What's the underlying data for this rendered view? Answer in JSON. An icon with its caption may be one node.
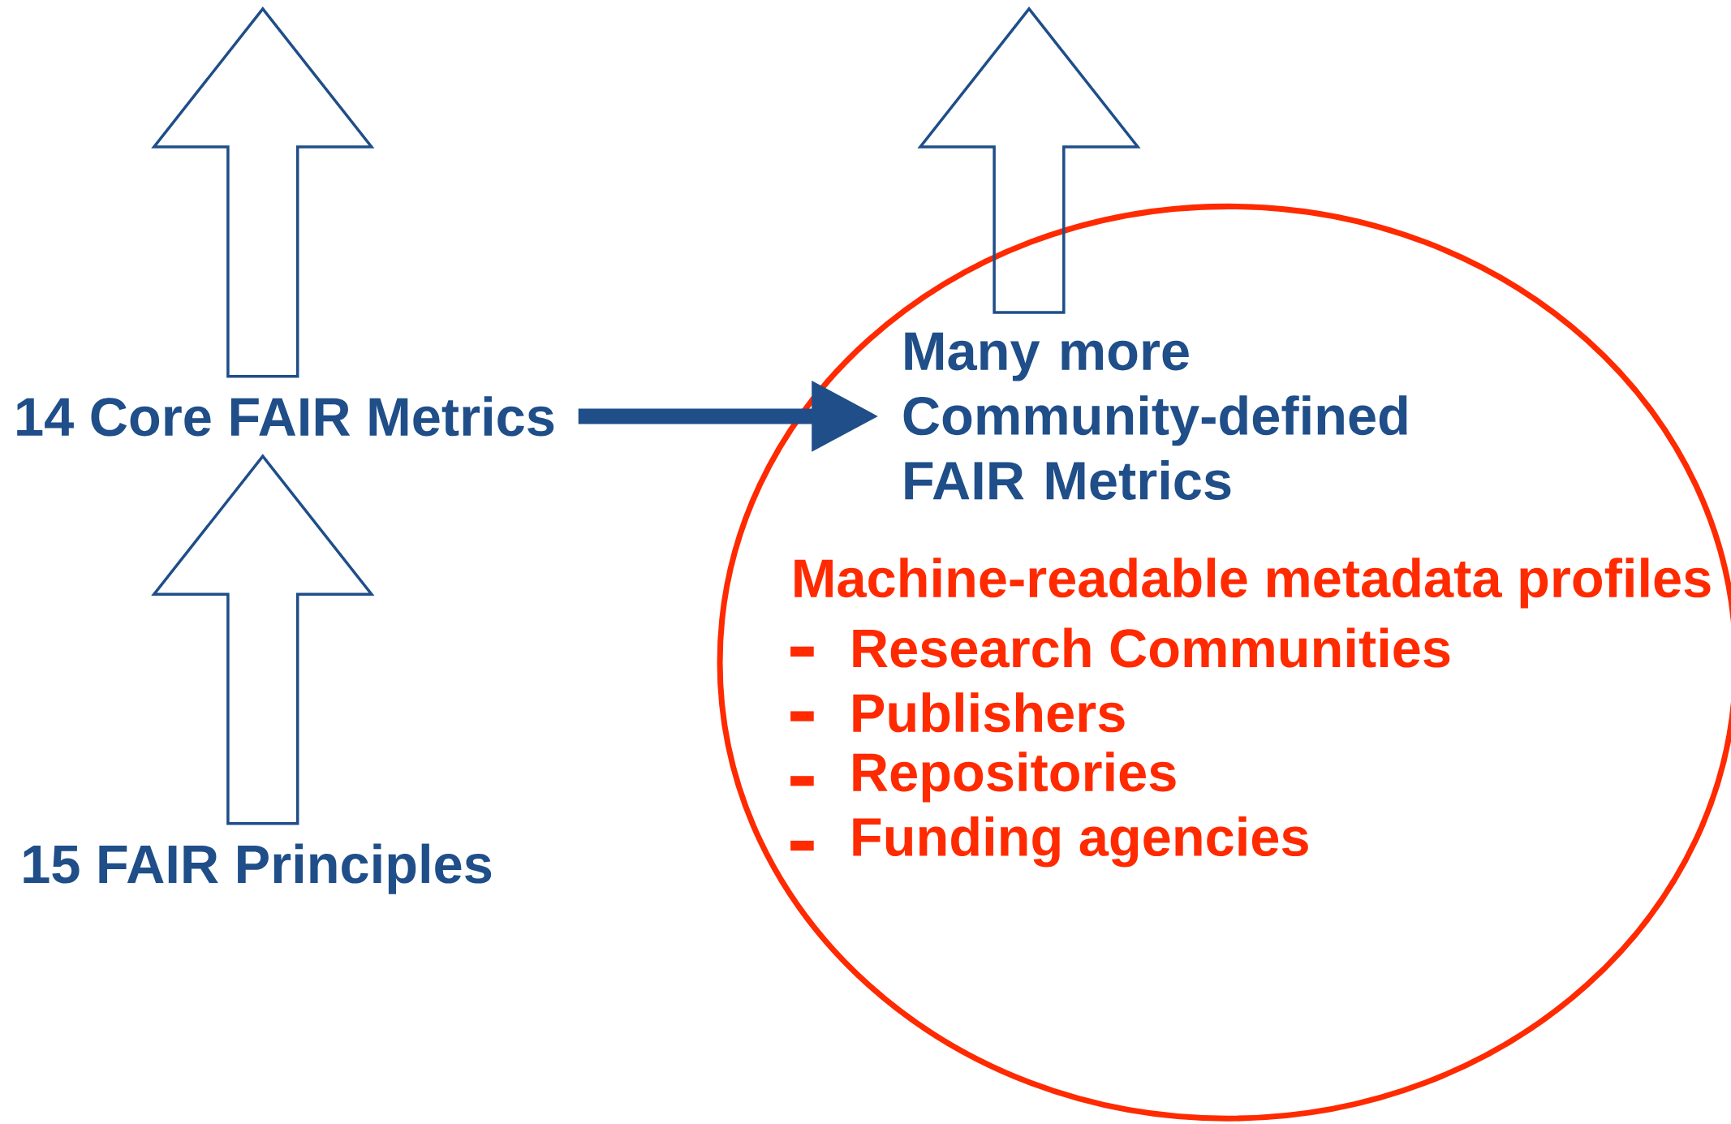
{
  "diagram": {
    "nodes": [
      {
        "text": [
          "14 Core FAIR Metrics"
        ]
      },
      {
        "text": [
          "15 FAIR Principles"
        ]
      },
      {
        "text": [
          "Machine-readable metadata profiles",
          "Research Communities",
          "Publishers",
          "Repositories",
          "Funding agencies"
        ]
      },
      {
        "text": [
          "Many more Community-defined FAIR Metrics"
        ],
        "in": 2
      }
    ],
    "edges": [
      {
        "from": 1,
        "to": 0,
        "arrow": "to",
        "style": "thick"
      },
      {
        "from": 0,
        "to": null,
        "arrow": "to",
        "style": "thick"
      },
      {
        "from": 3,
        "to": null,
        "arrow": "to",
        "style": "thick"
      },
      {
        "from": 0,
        "to": 3,
        "arrow": "to"
      }
    ]
  }
}
